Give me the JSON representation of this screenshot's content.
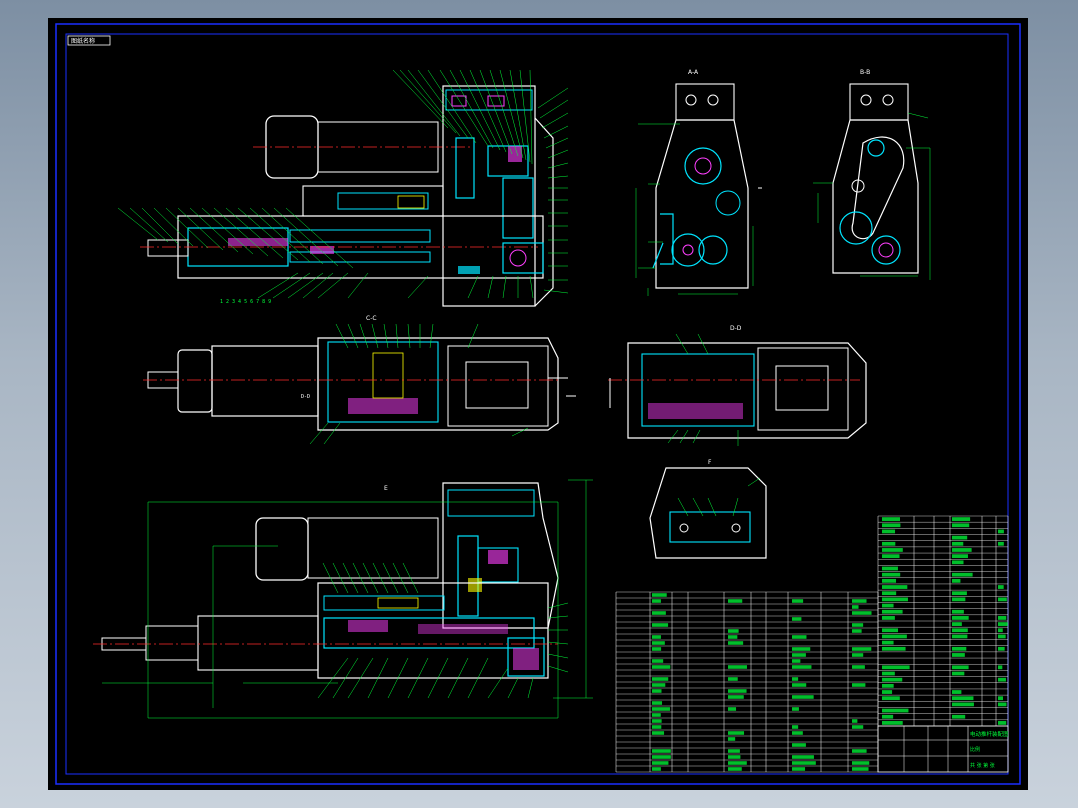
{
  "sheet": {
    "tab_label": "图纸名称",
    "section_labels": {
      "a": "A-A",
      "b": "B-B",
      "c": "C-C",
      "d": "D-D",
      "e": "E",
      "f": "F"
    },
    "title_block": {
      "drawing_title": "电动推杆装配图",
      "scale_label": "比例",
      "sheet_label": "共 张 第 张"
    }
  },
  "colors": {
    "background": "#000000",
    "frame": "#1a2fff",
    "outline": "#ffffff",
    "section": "#00e5ff",
    "hatch": "#ff3fff",
    "centerline": "#ff2a2a",
    "dimension": "#00ff3a",
    "table_text": "#00ff3a",
    "accent": "#ffff00"
  }
}
